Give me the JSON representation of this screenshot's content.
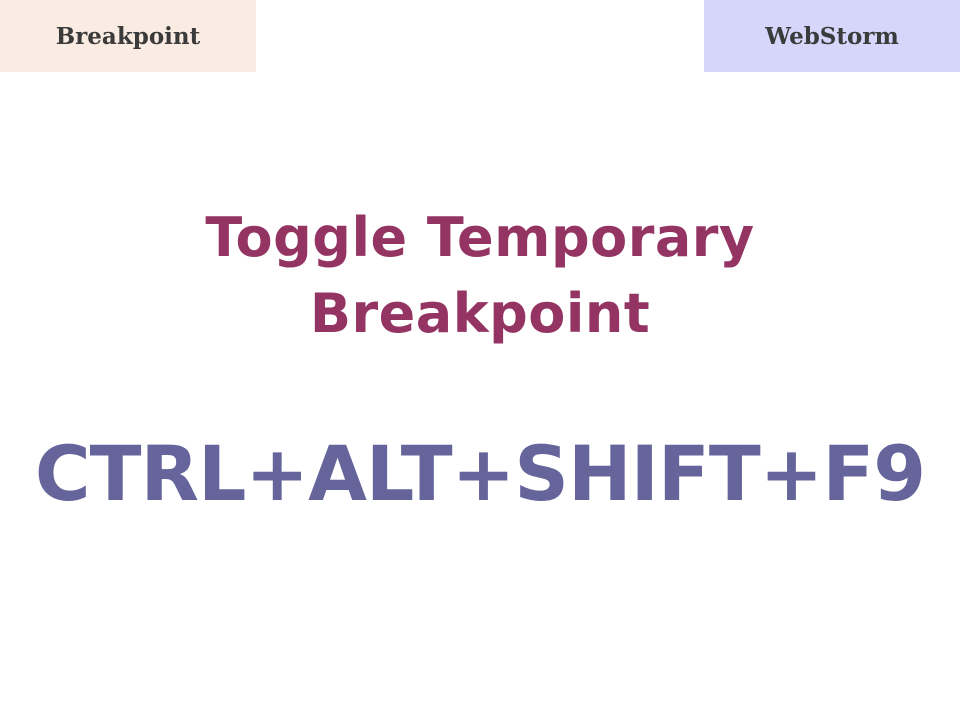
{
  "header": {
    "left_tag": "Breakpoint",
    "right_tag": "WebStorm"
  },
  "main": {
    "title_line1": "Toggle Temporary",
    "title_line2": "Breakpoint",
    "shortcut": "CTRL+ALT+SHIFT+F9"
  },
  "colors": {
    "left_tag_bg": "#fbece3",
    "right_tag_bg": "#d6d6fb",
    "title": "#943463",
    "shortcut": "#65659b"
  }
}
